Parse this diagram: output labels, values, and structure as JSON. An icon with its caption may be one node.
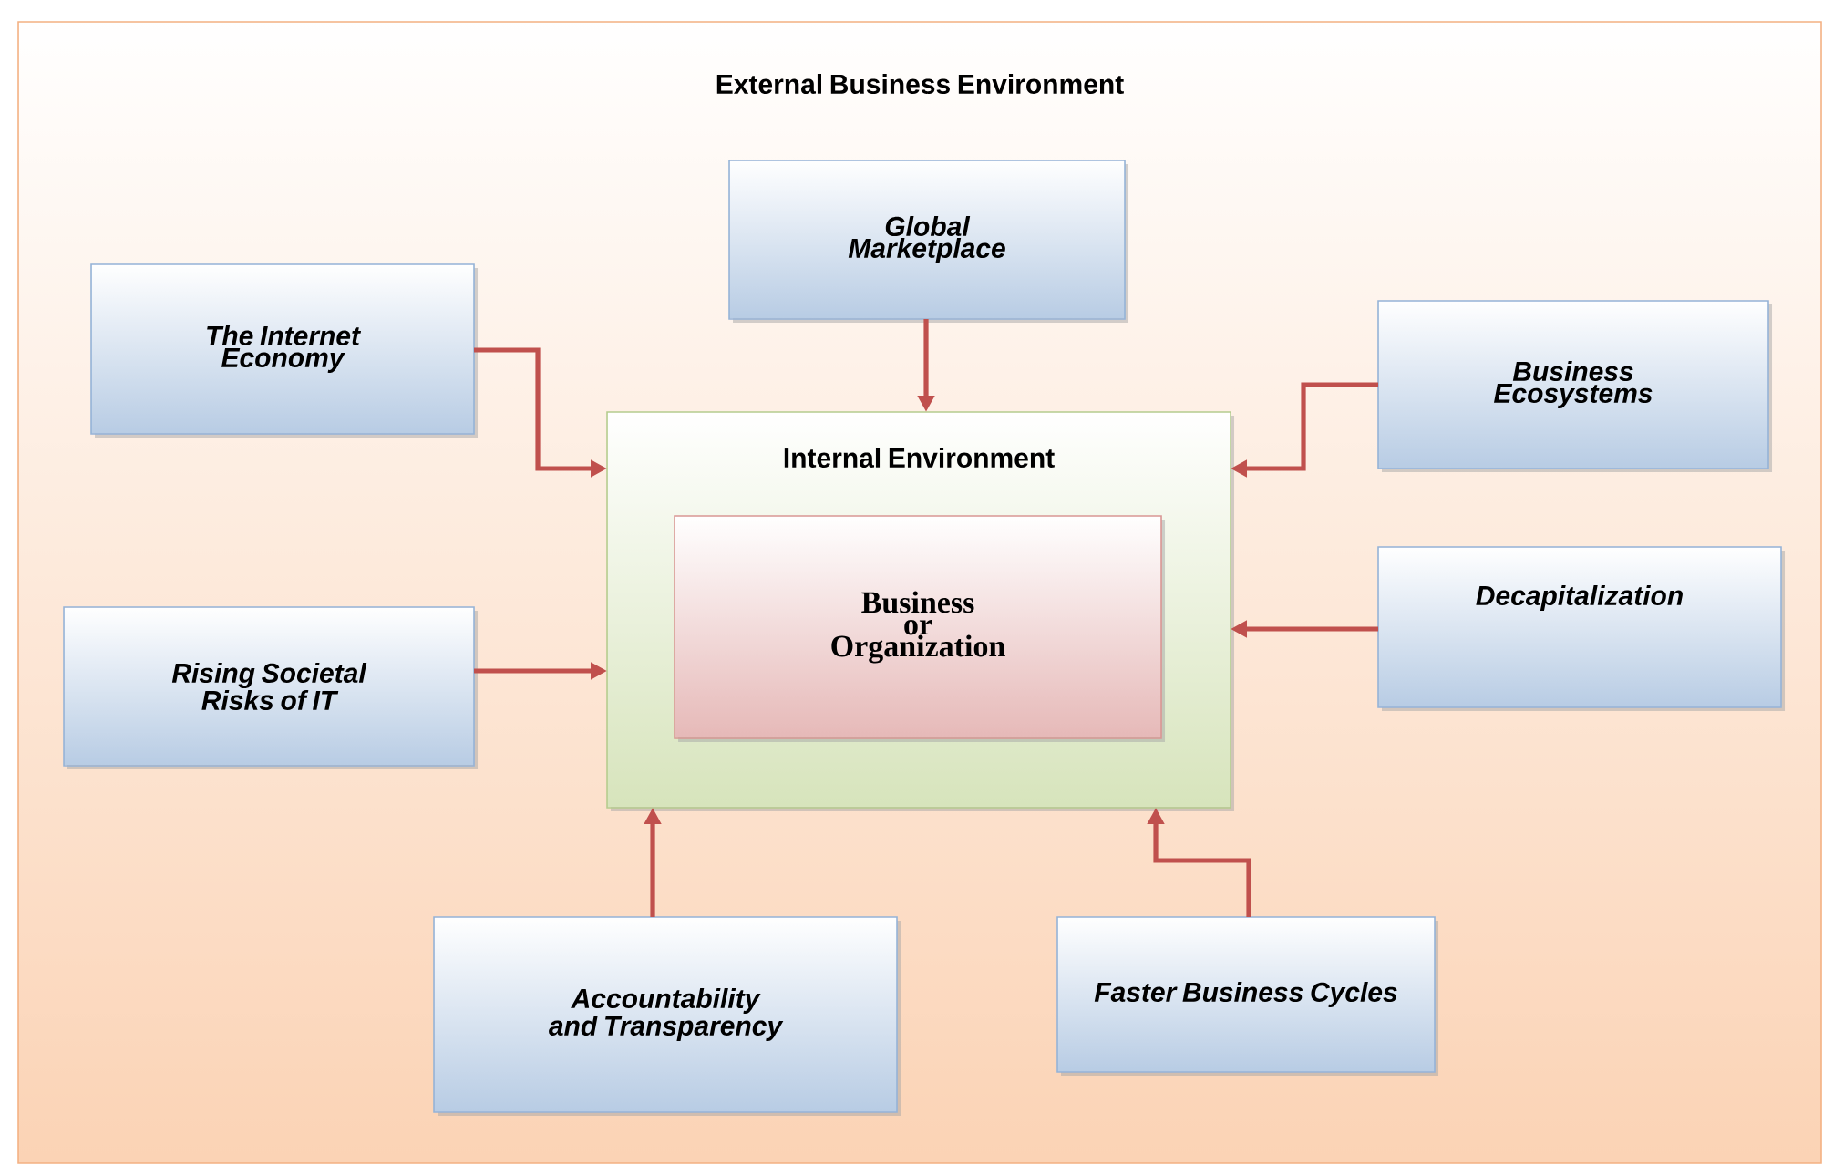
{
  "diagram": {
    "nodes": [
      {
        "text": [
          "External Business Environment"
        ]
      },
      {
        "text": [
          "Global Marketplace"
        ],
        "in": 0
      },
      {
        "text": [
          "The Internet Economy"
        ],
        "in": 0
      },
      {
        "text": [
          "Business Ecosystems"
        ],
        "in": 0
      },
      {
        "text": [
          "Internal Environment"
        ],
        "in": 0
      },
      {
        "text": [
          "Business or Organization"
        ],
        "in": 4
      },
      {
        "text": [
          "Decapitalization"
        ],
        "in": 0
      },
      {
        "text": [
          "Rising Societal Risks of IT"
        ],
        "in": 0
      },
      {
        "text": [
          "Accountability and Transparency"
        ],
        "in": 0
      },
      {
        "text": [
          "Faster Business Cycles"
        ],
        "in": 0
      }
    ],
    "edges": [
      {
        "from": 1,
        "to": 4,
        "arrow": "to"
      },
      {
        "from": 2,
        "to": 4,
        "arrow": "to"
      },
      {
        "from": 3,
        "to": 4,
        "arrow": "to"
      },
      {
        "from": 6,
        "to": 4,
        "arrow": "to"
      },
      {
        "from": 7,
        "to": 4,
        "arrow": "to"
      },
      {
        "from": 8,
        "to": 4,
        "arrow": "to"
      },
      {
        "from": 9,
        "to": 4,
        "arrow": "to"
      }
    ]
  }
}
